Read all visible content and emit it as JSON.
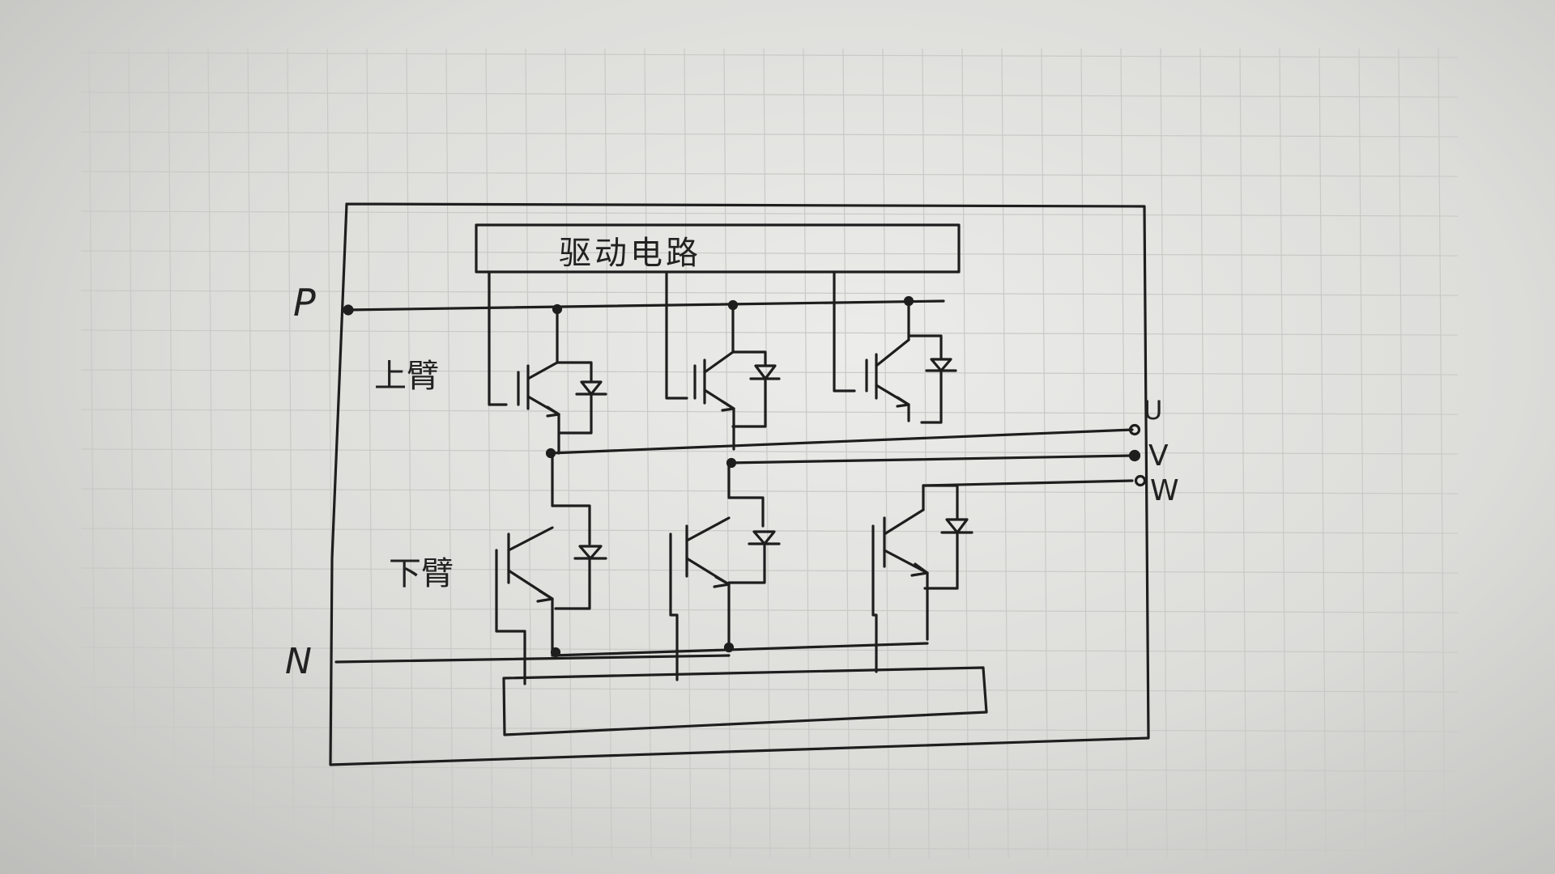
{
  "drive_label": "驱动电路",
  "terminals": {
    "p": "P",
    "n": "N",
    "u": "U",
    "v": "V",
    "w": "W"
  },
  "arms": {
    "upper": "上臂",
    "lower": "下臂"
  },
  "colors": {
    "ink": "#1e1e1e",
    "paper": "#e4e4e2",
    "grid": "#c9c9c6"
  }
}
